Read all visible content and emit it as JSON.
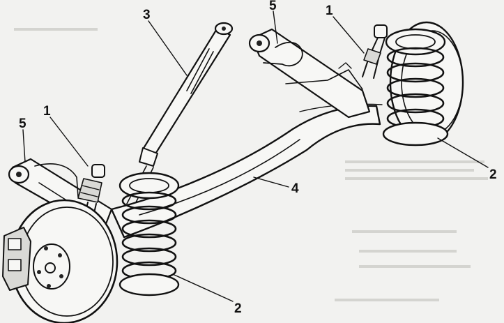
{
  "diagram": {
    "colors": {
      "background": "#f2f2f0",
      "ink": "#111111",
      "shade": "#d9d9d6"
    },
    "callouts": [
      {
        "id": "lbl-3",
        "text": "3"
      },
      {
        "id": "lbl-5-right",
        "text": "5"
      },
      {
        "id": "lbl-1-right",
        "text": "1"
      },
      {
        "id": "lbl-1-left",
        "text": "1"
      },
      {
        "id": "lbl-5-left",
        "text": "5"
      },
      {
        "id": "lbl-4",
        "text": "4"
      },
      {
        "id": "lbl-2-right",
        "text": "2"
      },
      {
        "id": "lbl-2-left",
        "text": "2"
      }
    ]
  }
}
